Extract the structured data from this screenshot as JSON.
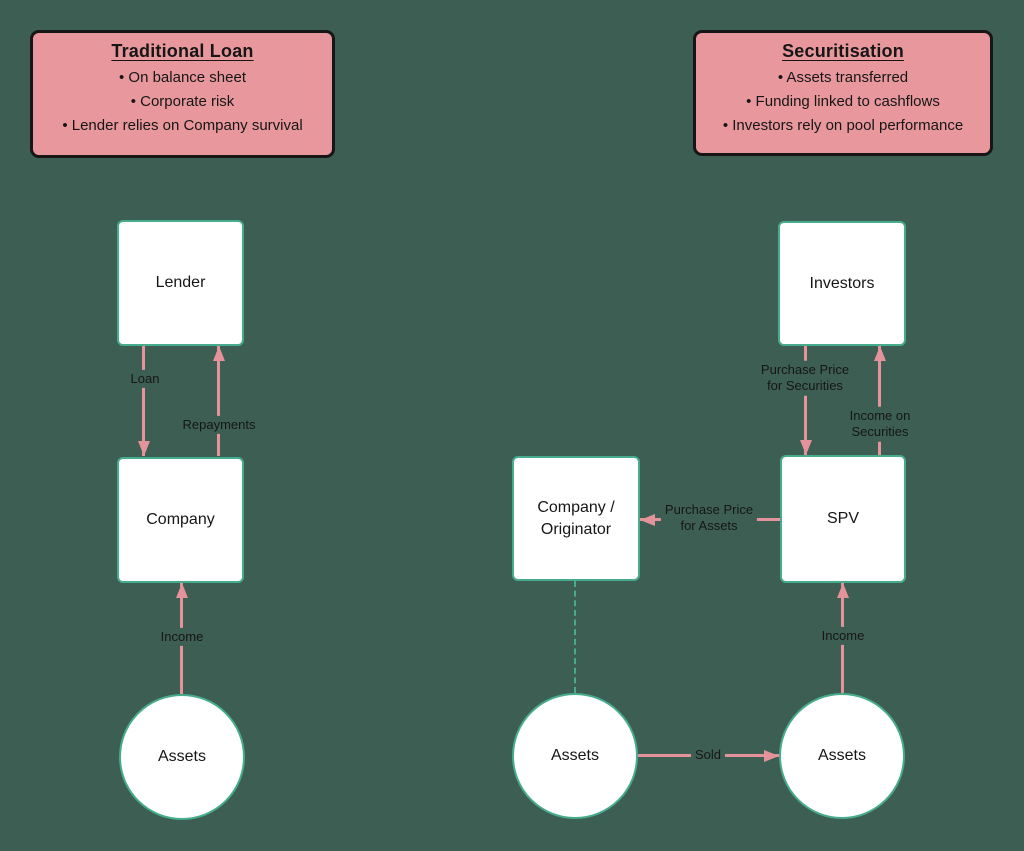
{
  "canvas": {
    "background": "#3d5e52"
  },
  "palette": {
    "panel_pink": "#e8989d",
    "node_border_teal": "#46ac8d",
    "arrow_pink": "#e39399",
    "text_dark": "#161616"
  },
  "left_diagram": {
    "panel": {
      "title": "Traditional Loan",
      "items": [
        "• On balance sheet",
        "• Corporate risk",
        "• Lender relies on Company survival"
      ]
    },
    "nodes": {
      "lender": "Lender",
      "company": "Company",
      "assets": "Assets"
    },
    "edges": {
      "loan": "Loan",
      "repayments": "Repayments",
      "income": "Income"
    }
  },
  "right_diagram": {
    "panel": {
      "title": "Securitisation",
      "items": [
        "• Assets transferred",
        "• Funding linked to cashflows",
        "• Investors rely on pool performance"
      ]
    },
    "nodes": {
      "investors": "Investors",
      "company_originator": "Company /\nOriginator",
      "spv": "SPV",
      "assets_source": "Assets",
      "assets_spv": "Assets"
    },
    "edges": {
      "purchase_price_securities": "Purchase Price\nfor Securities",
      "income_on_securities": "Income on\nSecurities",
      "purchase_price_assets": "Purchase Price\nfor Assets",
      "sold": "Sold",
      "income": "Income"
    }
  }
}
